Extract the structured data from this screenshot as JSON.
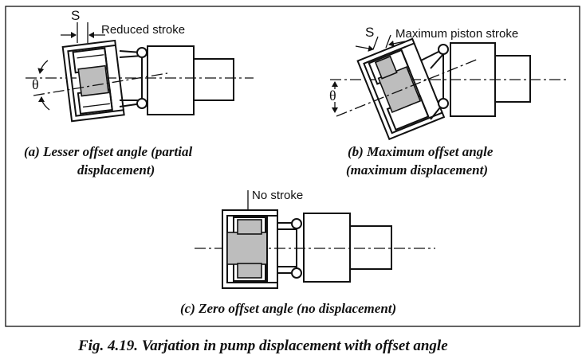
{
  "diagrams": {
    "a": {
      "label_s": "S",
      "label_stroke": "Reduced stroke",
      "label_angle": "θ",
      "caption_line1": "(a) Lesser offset angle (partial",
      "caption_line2": "displacement)"
    },
    "b": {
      "label_s": "S",
      "label_stroke": "Maximum piston stroke",
      "label_angle": "θ",
      "caption_line1": "(b) Maximum offset angle",
      "caption_line2": "(maximum displacement)"
    },
    "c": {
      "label_stroke": "No stroke",
      "caption_line1": "(c) Zero offset angle (no displacement)"
    }
  },
  "figure_caption": "Fig. 4.19. Varjation in pump displacement with offset angle"
}
